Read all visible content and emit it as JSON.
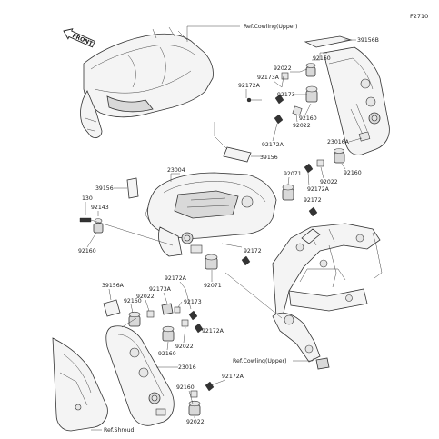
{
  "figure_code": "F2710",
  "front_tag": "FRONT",
  "refs": {
    "cowling_upper_top": "Ref.Cowling(Upper)",
    "cowling_upper_bottom": "Ref.Cowling(Upper)",
    "shroud": "Ref.Shroud"
  },
  "part_labels": {
    "p39156B": "39156B",
    "p92160_a": "92160",
    "p92022_a": "92022",
    "p92173A_a": "92173A",
    "p92172A_a": "92172A",
    "p92173_a": "92173",
    "p92160_b": "92160",
    "p92022_b": "92022",
    "p92172A_b": "92172A",
    "p23016A": "23016A",
    "p39156_a": "39156",
    "p92160_c": "92160",
    "p92022_c": "92022",
    "p92172A_c": "92172A",
    "p23004": "23004",
    "p92071_a": "92071",
    "p92172_a": "92172",
    "p39156_b": "39156",
    "p130": "130",
    "p92143": "92143",
    "p92160_d": "92160",
    "p92172_b": "92172",
    "p92071_b": "92071",
    "p39156A": "39156A",
    "p92172A_d": "92172A",
    "p92173A_b": "92173A",
    "p92160_e": "92160",
    "p92022_d": "92022",
    "p92173_b": "92173",
    "p92172A_e": "92172A",
    "p92022_e": "92022",
    "p92160_f": "92160",
    "p23016": "23016",
    "p92172A_f": "92172A",
    "p92160_g": "92160",
    "p92022_f": "92022"
  }
}
